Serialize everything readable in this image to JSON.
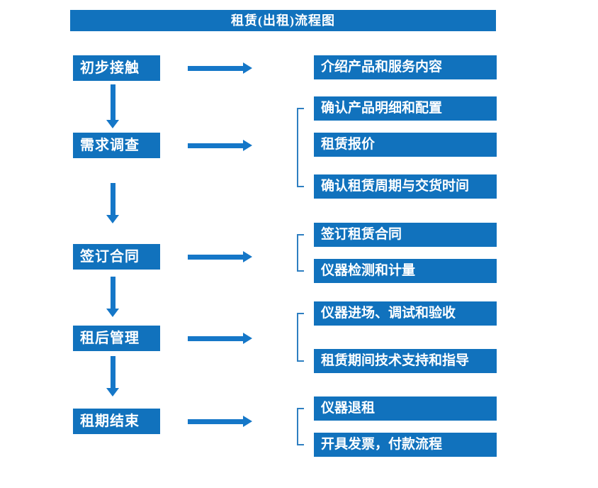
{
  "title": "租赁(出租)流程图",
  "colors": {
    "box": "#1172bd",
    "arrow": "#1577c8",
    "bracket": "#2e7fc1",
    "text": "#ffffff"
  },
  "steps": [
    {
      "label": "初步接触",
      "details": [
        "介绍产品和服务内容"
      ]
    },
    {
      "label": "需求调查",
      "details": [
        "确认产品明细和配置",
        "租赁报价",
        "确认租赁周期与交货时间"
      ]
    },
    {
      "label": "签订合同",
      "details": [
        "签订租赁合同",
        "仪器检测和计量"
      ]
    },
    {
      "label": "租后管理",
      "details": [
        "仪器进场、调试和验收",
        "租赁期间技术支持和指导"
      ]
    },
    {
      "label": "租期结束",
      "details": [
        "仪器退租",
        "开具发票，付款流程"
      ]
    }
  ]
}
